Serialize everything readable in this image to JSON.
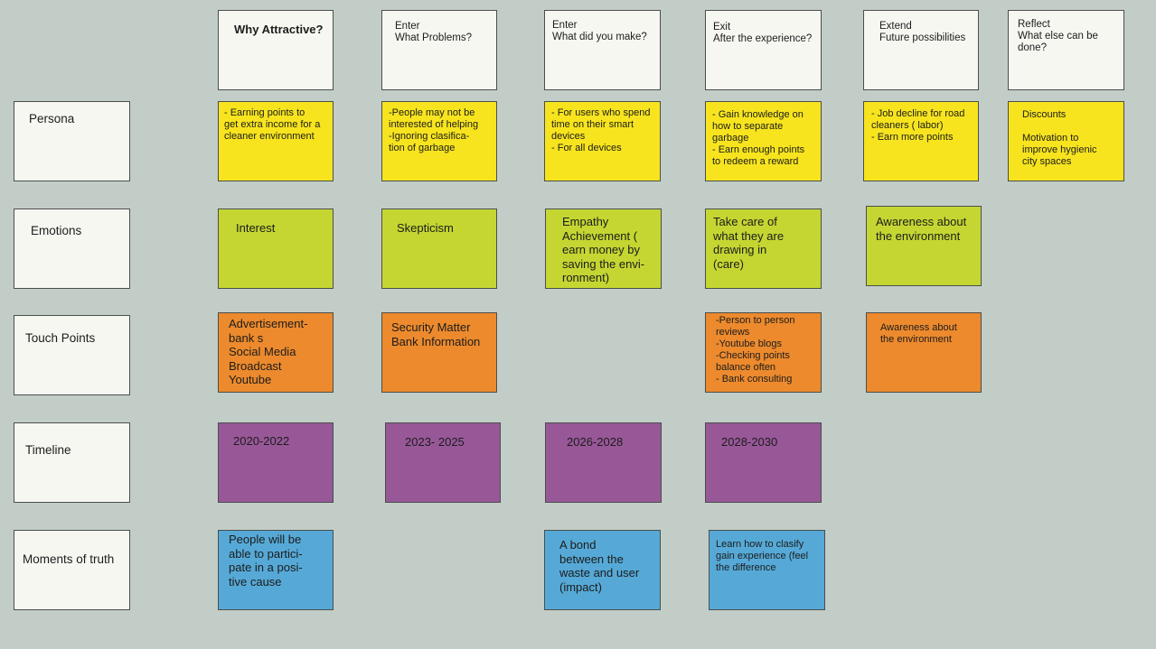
{
  "headers": {
    "why_attractive": "Why Attractive?",
    "enter_problems": "Enter\nWhat Problems?",
    "enter_make": "Enter\nWhat did you make?",
    "exit": "Exit\nAfter the experience?",
    "extend": "Extend\nFuture possibilities",
    "reflect": "Reflect\nWhat else can be\ndone?"
  },
  "rows": {
    "persona": "Persona",
    "emotions": "Emotions",
    "touch_points": "Touch Points",
    "timeline": "Timeline",
    "moments_of_truth": "Moments of truth"
  },
  "persona": {
    "why_attractive": "- Earning points to\nget extra income for a\ncleaner environment",
    "enter_problems": "-People may not be\ninterested of helping\n-Ignoring clasifica-\ntion of garbage",
    "enter_make": "- For users who spend\ntime on their smart\ndevices\n- For all devices",
    "exit": "- Gain knowledge on\nhow to separate\ngarbage\n- Earn enough points\nto redeem a reward",
    "extend": "- Job decline for road\ncleaners ( labor)\n- Earn more points",
    "reflect": "Discounts\n\nMotivation to\nimprove hygienic\ncity spaces"
  },
  "emotions": {
    "why_attractive": "Interest",
    "enter_problems": "Skepticism",
    "enter_make": "Empathy\nAchievement (\nearn money by\nsaving the envi-\nronment)",
    "exit": "Take care of\nwhat they are\ndrawing in\n(care)",
    "extend": "Awareness about\nthe environment"
  },
  "touch_points": {
    "why_attractive": "Advertisement-\nbank s\nSocial Media\nBroadcast\nYoutube",
    "enter_problems": "Security Matter\nBank Information",
    "exit": "-Person to person\nreviews\n-Youtube blogs\n-Checking points\nbalance often\n- Bank consulting",
    "extend": "Awareness about\nthe environment"
  },
  "timeline": {
    "t1": "2020-2022",
    "t2": "2023- 2025",
    "t3": "2026-2028",
    "t4": "2028-2030"
  },
  "moments_of_truth": {
    "why_attractive": "People will be\nable to partici-\npate in a posi-\ntive cause",
    "enter_make": "A bond\nbetween the\nwaste and user\n(impact)",
    "exit": "Learn how to clasify\ngain experience (feel\nthe difference"
  },
  "colors": {
    "background": "#c3cdc7",
    "white": "#f7f7f2",
    "yellow": "#f7e41e",
    "green": "#c5d632",
    "orange": "#ec8a2d",
    "purple": "#985898",
    "blue": "#56a9d6"
  }
}
